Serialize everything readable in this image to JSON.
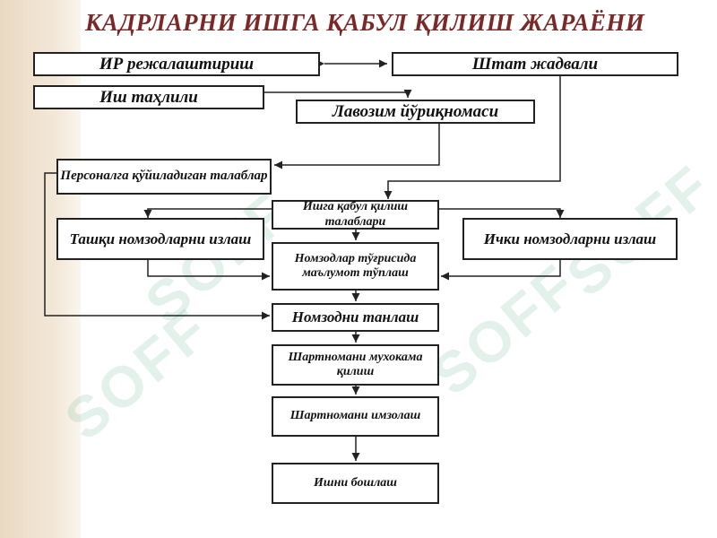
{
  "title": "КАДРЛАРНИ ИШГА ҚАБУЛ ҚИЛИШ ЖАРАЁНИ",
  "boxes": {
    "ir_planning": "ИР режалаштириш",
    "staff_schedule": "Штат жадвали",
    "job_analysis": "Иш таҳлили",
    "job_description": "Лавозим йўриқномаси",
    "personnel_requirements": "Персоналга қўйиладиган талаблар",
    "hiring_requirements": "Ишга қабул қилиш талаблари",
    "external_search": "Ташқи номзодларни излаш",
    "internal_search": "Ички номзодларни излаш",
    "collect_info": "Номзодлар тўғрисида маълумот тўплаш",
    "candidate_selection": "Номзодни танлаш",
    "contract_discussion": "Шартномани мухокама қилиш",
    "contract_signing": "Шартномани имзолаш",
    "start_work": "Ишни бошлаш"
  },
  "colors": {
    "title": "#7a2828",
    "border": "#222222",
    "watermark": "#2c9a63"
  }
}
